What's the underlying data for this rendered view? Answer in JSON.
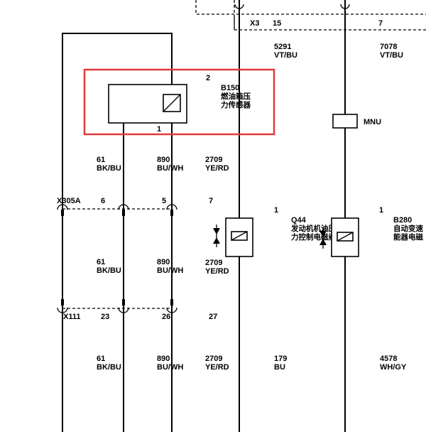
{
  "harness_connector": {
    "label": "X3",
    "pins": [
      "15",
      "7"
    ]
  },
  "top_circuits": [
    {
      "circuit": "5291",
      "color": "VT/BU"
    },
    {
      "circuit": "7078",
      "color": "VT/BU"
    }
  ],
  "mnu_label": "MNU",
  "sensor": {
    "pin_top": "2",
    "pin_bottom": "1",
    "ref": "B150",
    "name_line1": "燃油箱压",
    "name_line2": "力传感器",
    "highlight_color": "#e03a3a"
  },
  "circuits_row1": [
    {
      "circuit": "61",
      "color": "BK/BU"
    },
    {
      "circuit": "890",
      "color": "BU/WH"
    },
    {
      "circuit": "2709",
      "color": "YE/RD"
    }
  ],
  "connector_x305a": {
    "label": "X305A",
    "pins": [
      "6",
      "5",
      "7"
    ]
  },
  "circuits_row2": [
    {
      "circuit": "61",
      "color": "BK/BU"
    },
    {
      "circuit": "890",
      "color": "BU/WH"
    },
    {
      "circuit": "2709",
      "color": "YE/RD"
    }
  ],
  "q44": {
    "pin": "1",
    "ref": "Q44",
    "name_line1": "发动机机油压",
    "name_line2": "力控制电磁阀"
  },
  "b280": {
    "pin": "1",
    "ref": "B280",
    "name_line1": "自动变速",
    "name_line2": "能器电磁"
  },
  "connector_x111": {
    "label": "X111",
    "pins": [
      "23",
      "26",
      "27"
    ]
  },
  "circuits_row3": [
    {
      "circuit": "61",
      "color": "BK/BU"
    },
    {
      "circuit": "890",
      "color": "BU/WH"
    },
    {
      "circuit": "2709",
      "color": "YE/RD"
    },
    {
      "circuit": "179",
      "color": "BU"
    },
    {
      "circuit": "4578",
      "color": "WH/GY"
    }
  ]
}
